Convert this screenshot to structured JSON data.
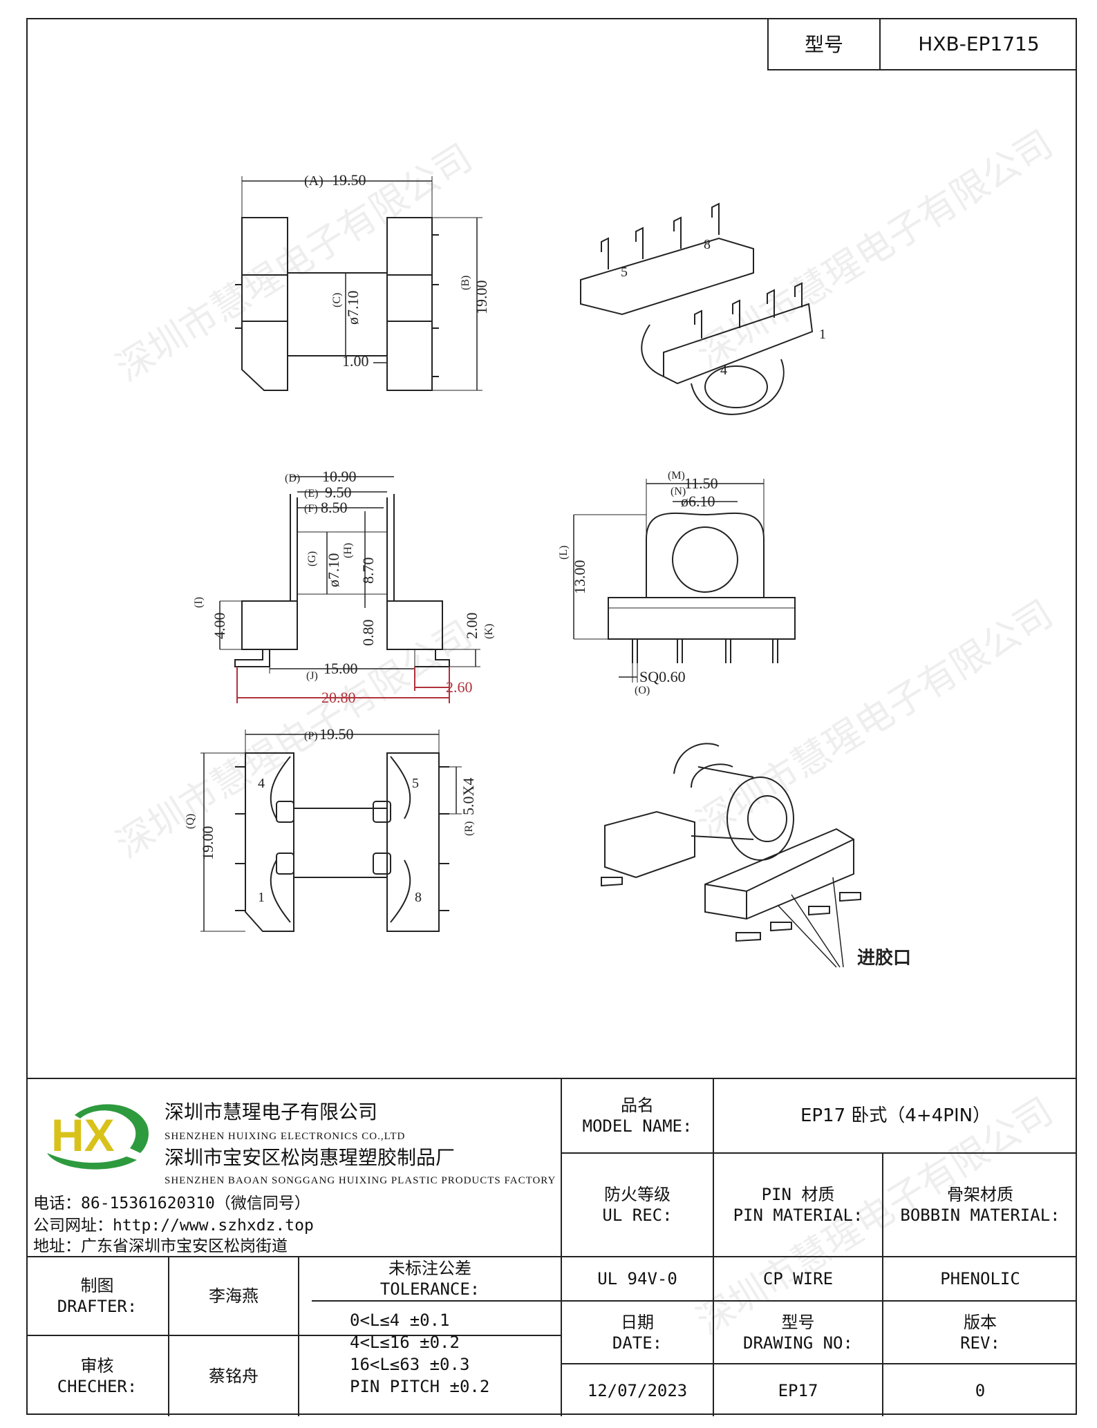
{
  "header": {
    "model_label": "型号",
    "model_value": "HXB-EP1715"
  },
  "drawing": {
    "top_view": {
      "a": "19.50",
      "a_tag": "(A)",
      "b": "19.00",
      "b_tag": "(B)",
      "c": "ø7.10",
      "c_tag": "(C)",
      "wall": "1.00"
    },
    "side_view": {
      "d": "10.90",
      "d_tag": "(D)",
      "e": "9.50",
      "e_tag": "(E)",
      "f": "8.50",
      "f_tag": "(F)",
      "g": "ø7.10",
      "g_tag": "(G)",
      "h": "8.70",
      "h_tag": "(H)",
      "i": "4.00",
      "i_tag": "(I)",
      "flange": "0.80",
      "k": "2.00",
      "k_tag": "(K)",
      "j": "15.00",
      "j_tag": "(J)",
      "total": "20.80",
      "pin_ext": "2.60"
    },
    "end_view": {
      "m": "11.50",
      "m_tag": "(M)",
      "n": "ø6.10",
      "n_tag": "(N)",
      "l": "13.00",
      "l_tag": "(L)",
      "sq": "SQ0.60",
      "o_tag": "(O)"
    },
    "bottom_view": {
      "p": "19.50",
      "p_tag": "(P)",
      "q": "19.00",
      "q_tag": "(Q)",
      "r": "5.0X4",
      "r_tag": "(R)",
      "pin_labels": [
        "4",
        "5",
        "1",
        "8"
      ]
    },
    "iso_top_pins": [
      "5",
      "8",
      "1",
      "4"
    ],
    "gate_label": "进胶口"
  },
  "watermark": "深圳市慧瑆电子有限公司",
  "company": {
    "name_cn_1": "深圳市慧瑆电子有限公司",
    "name_en_1": "SHENZHEN HUIXING ELECTRONICS CO.,LTD",
    "name_cn_2": "深圳市宝安区松岗惠瑆塑胶制品厂",
    "name_en_2": "SHENZHEN BAOAN SONGGANG HUIXING PLASTIC PRODUCTS FACTORY",
    "phone": "电话：86-15361620310（微信同号）",
    "website": "公司网址：http://www.szhxdz.top",
    "address": "地址：广东省深圳市宝安区松岗街道",
    "logo_text": "HX"
  },
  "title_block": {
    "model_name_cn": "品名",
    "model_name_en": "MODEL NAME:",
    "model_name_value": "EP17 卧式（4+4PIN）",
    "ul_cn": "防火等级",
    "ul_en": "UL REC:",
    "ul_value": "UL 94V-0",
    "pin_cn": "PIN 材质",
    "pin_en": "PIN MATERIAL:",
    "pin_value": "CP WIRE",
    "bobbin_cn": "骨架材质",
    "bobbin_en": "BOBBIN MATERIAL:",
    "bobbin_value": "PHENOLIC",
    "drafter_cn": "制图",
    "drafter_en": "DRAFTER:",
    "drafter_value": "李海燕",
    "checker_cn": "审核",
    "checker_en": "CHECHER:",
    "checker_value": "蔡铭舟",
    "tol_cn": "未标注公差",
    "tol_en": "TOLERANCE:",
    "tolerances": [
      "0<L≤4   ±0.1",
      "4<L≤16  ±0.2",
      "16<L≤63 ±0.3",
      "PIN PITCH ±0.2"
    ],
    "date_cn": "日期",
    "date_en": "DATE:",
    "date_value": "12/07/2023",
    "drawing_no_cn": "型号",
    "drawing_no_en": "DRAWING NO:",
    "drawing_no_value": "EP17",
    "rev_cn": "版本",
    "rev_en": "REV:",
    "rev_value": "0"
  },
  "colors": {
    "line": "#222222",
    "red_dim": "#b0303a",
    "logo_green": "#2e9a3e",
    "logo_yellow": "#d8c21a"
  }
}
